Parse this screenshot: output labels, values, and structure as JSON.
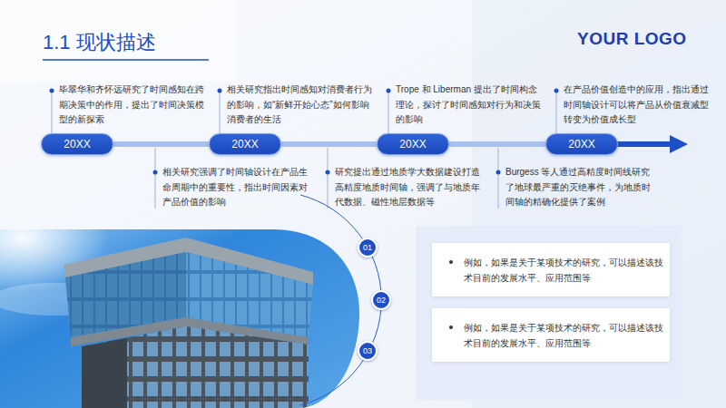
{
  "diagram": {
    "title": "1.1 现状描述",
    "nodes": [
      {
        "text": [
          "20XX"
        ]
      },
      {
        "text": [
          "20XX"
        ]
      },
      {
        "text": [
          "20XX"
        ]
      },
      {
        "text": [
          "20XX"
        ]
      },
      {
        "text": [
          "01"
        ]
      },
      {
        "text": [
          "02"
        ]
      },
      {
        "text": [
          "03"
        ]
      },
      {
        "text": [
          "例如，如果是关于某项技术的研究，可以描述该技术目前的发展水平、应用范围等"
        ]
      },
      {
        "text": [
          "例如，如果是关于某项技术的研究，可以描述该技术目前的发展水平、应用范围等"
        ]
      }
    ],
    "edges": [
      {
        "from": 0,
        "to": 1,
        "arrow": "none"
      },
      {
        "from": 1,
        "to": 2,
        "arrow": "none"
      },
      {
        "from": 2,
        "to": 3,
        "arrow": "none"
      }
    ],
    "labels": [
      "YOUR LOGO",
      "毕翠华和齐怀远研究了时间感知在跨期决策中的作用，提出了时间决策模型的新探索",
      "相关研究强调了时间轴设计在产品生命周期中的重要性，指出时间因素对产品价值的影响",
      "相关研究指出时间感知对消费者行为的影响，如“新鲜开始心态”如何影响消费者的生活",
      "研究提出通过地质学大数据建设打造高精度地质时间轴，强调了与地质年代数据、磁性地层数据等",
      "Trope 和 Liberman 提出了时间构念理论，探讨了时间感知对行为和决策的影响",
      "Burgess 等人通过高精度时间线研究了地球最严重的灭绝事件，为地质时间轴的精确化提供了案例",
      "在产品价值创造中的应用，指出通过时间轴设计可以将产品从价值衰减型转变为价值成长型"
    ]
  }
}
